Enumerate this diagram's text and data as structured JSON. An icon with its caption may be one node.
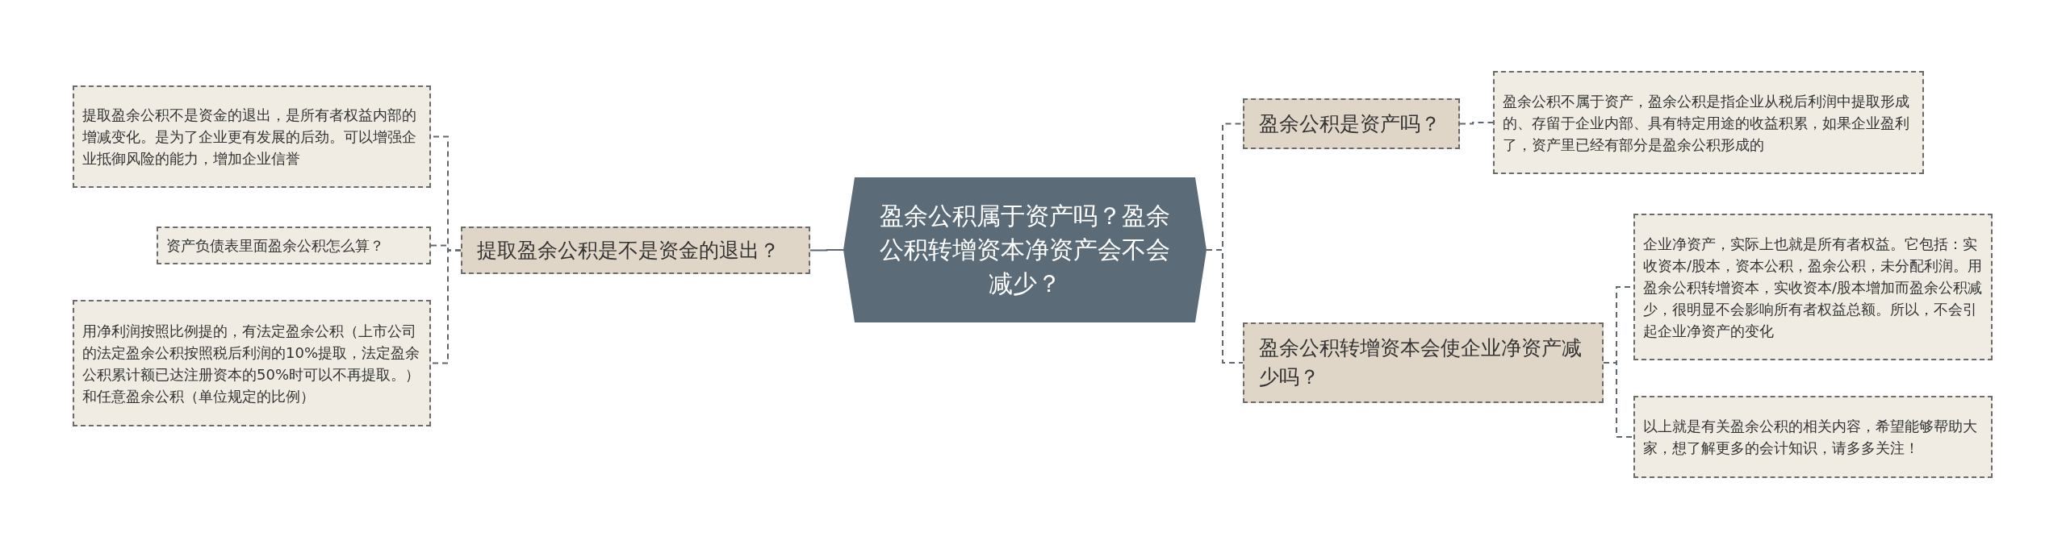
{
  "diagram": {
    "nodes": [
      {
        "text": [
          "盈余公积属于资产吗？盈余公积转增资本净资产会不会减少？"
        ]
      },
      {
        "text": [
          "提取盈余公积是不是资金的退出？"
        ]
      },
      {
        "text": [
          "提取盈余公积不是资金的退出，是所有者权益内部的增减变化。是为了企业更有发展的后劲。可以增强企业抵御风险的能力，增加企业信誉"
        ]
      },
      {
        "text": [
          "资产负债表里面盈余公积怎么算？"
        ]
      },
      {
        "text": [
          "用净利润按照比例提的，有法定盈余公积（上市公司的法定盈余公积按照税后利润的10%提取，法定盈余公积累计额已达注册资本的50%时可以不再提取。）和任意盈余公积（单位规定的比例）"
        ]
      },
      {
        "text": [
          "盈余公积是资产吗？"
        ]
      },
      {
        "text": [
          "盈余公积不属于资产，盈余公积是指企业从税后利润中提取形成的、存留于企业内部、具有特定用途的收益积累，如果企业盈利了，资产里已经有部分是盈余公积形成的"
        ]
      },
      {
        "text": [
          "盈余公积转增资本会使企业净资产减少吗？"
        ]
      },
      {
        "text": [
          "企业净资产，实际上也就是所有者权益。它包括：实收资本/股本，资本公积，盈余公积，未分配利润。用盈余公积转增资本，实收资本/股本增加而盈余公积减少，很明显不会影响所有者权益总额。所以，不会引起企业净资产的变化"
        ]
      },
      {
        "text": [
          "以上就是有关盈余公积的相关内容，希望能够帮助大家，想了解更多的会计知识，请多多关注！"
        ]
      }
    ],
    "edges": [
      {
        "from": 0,
        "to": 1,
        "arrow": "none"
      },
      {
        "from": 1,
        "to": 2,
        "arrow": "none",
        "style": "dashed"
      },
      {
        "from": 1,
        "to": 3,
        "arrow": "none",
        "style": "dashed"
      },
      {
        "from": 1,
        "to": 4,
        "arrow": "none",
        "style": "dashed"
      },
      {
        "from": 0,
        "to": 5,
        "arrow": "none",
        "style": "dashed"
      },
      {
        "from": 0,
        "to": 7,
        "arrow": "none",
        "style": "dashed"
      },
      {
        "from": 5,
        "to": 6,
        "arrow": "none",
        "style": "dashed"
      },
      {
        "from": 7,
        "to": 8,
        "arrow": "none",
        "style": "dashed"
      },
      {
        "from": 7,
        "to": 9,
        "arrow": "none",
        "style": "dashed"
      }
    ]
  }
}
